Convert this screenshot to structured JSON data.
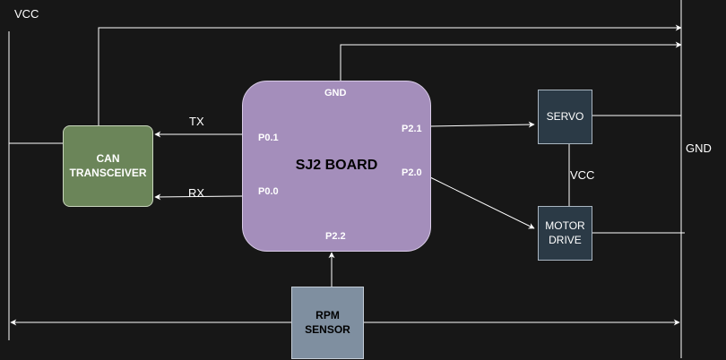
{
  "colors": {
    "background": "#171717",
    "line": "#ffffff",
    "board_fill": "#a48ebb",
    "can_fill": "#6b8559",
    "servo_fill": "#2b3a46",
    "motor_fill": "#2b3a46",
    "rpm_fill": "#7f8fa0"
  },
  "rails": {
    "vcc": "VCC",
    "gnd": "GND"
  },
  "board": {
    "title": "SJ2 BOARD",
    "pins": {
      "gnd": "GND",
      "p01": "P0.1",
      "p00": "P0.0",
      "p21": "P2.1",
      "p20": "P2.0",
      "p22": "P2.2"
    }
  },
  "can": {
    "label": "CAN\nTRANSCEIVER"
  },
  "signals": {
    "tx": "TX",
    "rx": "RX",
    "vcc_link": "VCC"
  },
  "servo": {
    "label": "SERVO"
  },
  "motor": {
    "label": "MOTOR\nDRIVE"
  },
  "rpm": {
    "label": "RPM\nSENSOR"
  }
}
